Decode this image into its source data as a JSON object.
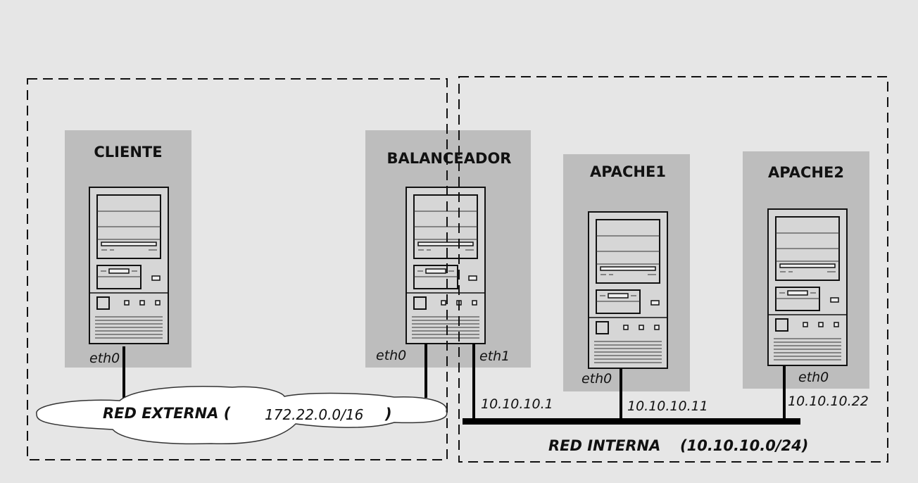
{
  "hosts": {
    "cliente": {
      "title": "CLIENTE",
      "eth0": "eth0"
    },
    "balanceador": {
      "title": "BALANCEADOR",
      "eth0": "eth0",
      "eth1": "eth1",
      "eth1_ip": "10.10.10.1"
    },
    "apache1": {
      "title": "APACHE1",
      "eth0": "eth0",
      "ip": "10.10.10.11"
    },
    "apache2": {
      "title": "APACHE2",
      "eth0": "eth0",
      "ip": "10.10.10.22"
    }
  },
  "networks": {
    "externa": {
      "label": "RED EXTERNA (",
      "subnet": "172.22.0.0/16",
      "close": ")"
    },
    "interna": {
      "label": "RED INTERNA",
      "subnet": "(10.10.10.0/24)"
    }
  },
  "colors": {
    "background": "#e6e6e6",
    "panel": "#bdbdbd",
    "tower": "#d7d7d7",
    "line": "#000000"
  }
}
